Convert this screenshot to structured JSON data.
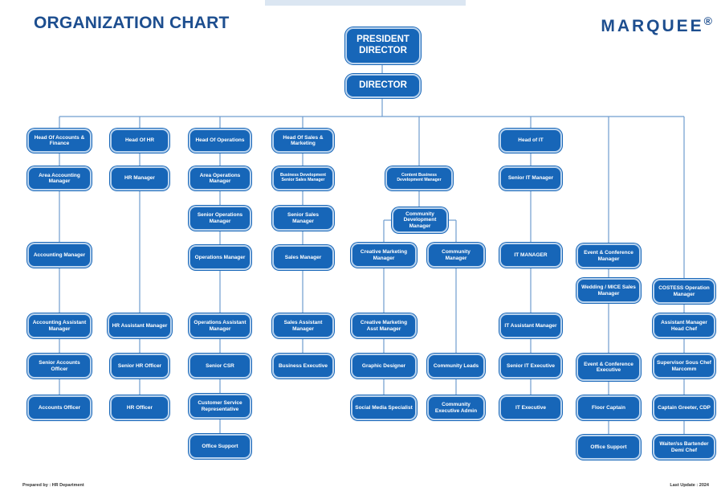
{
  "header": {
    "title": "ORGANIZATION CHART",
    "brand": "MARQUEE",
    "brand_mark": "®"
  },
  "footer": {
    "prepared_by": "Prepared by : HR Department",
    "last_update": "Last Update : 2024"
  },
  "top": {
    "president": "PRESIDENT DIRECTOR",
    "director": "DIRECTOR"
  },
  "columns": [
    {
      "id": "accounts",
      "nodes": [
        "Head Of Accounts & Finance",
        "Area Accounting Manager",
        "Accounting Manager",
        "Accounting Assistant Manager",
        "Senior Accounts Officer",
        "Accounts Officer"
      ]
    },
    {
      "id": "hr",
      "nodes": [
        "Head Of HR",
        "HR Manager",
        "HR Assistant Manager",
        "Senior HR Officer",
        "HR Officer"
      ]
    },
    {
      "id": "operations",
      "nodes": [
        "Head Of Operations",
        "Area Operations Manager",
        "Senior Operations Manager",
        "Operations Manager",
        "Operations Assistant Manager",
        "Senior CSR",
        "Customer Service Representative",
        "Office Support"
      ]
    },
    {
      "id": "sales",
      "nodes": [
        "Head Of Sales & Marketing",
        "Business Development Senior Sales Manager",
        "Senior Sales Manager",
        "Sales Manager",
        "Sales Assistant Manager",
        "Business Executive"
      ]
    },
    {
      "id": "content",
      "nodes": [
        "Content Business Development Manager",
        "Community Development Manager"
      ]
    },
    {
      "id": "creative",
      "nodes": [
        "Creative Marketing Manager",
        "Creative Marketing Asst Manager",
        "Graphic Designer",
        "Social Media Specialist"
      ]
    },
    {
      "id": "community",
      "nodes": [
        "Community Manager",
        "Community Leads",
        "Community Executive Admin"
      ]
    },
    {
      "id": "it",
      "nodes": [
        "Head of IT",
        "Senior IT Manager",
        "IT MANAGER",
        "IT Assistant Manager",
        "Senior IT Executive",
        "IT Executive"
      ]
    },
    {
      "id": "events",
      "nodes": [
        "Event & Conference Manager",
        "Wedding / MICE Sales Manager",
        "Event & Conference Executive",
        "Floor Captain",
        "Office Support"
      ]
    },
    {
      "id": "costess",
      "nodes": [
        "COSTESS Operation Manager",
        "Assistant Manager Head Chef",
        "Supervisor Sous Chef Marcomm",
        "Captain Greeter, CDP",
        "Waiter/ss Bartender Demi Chef"
      ]
    }
  ]
}
